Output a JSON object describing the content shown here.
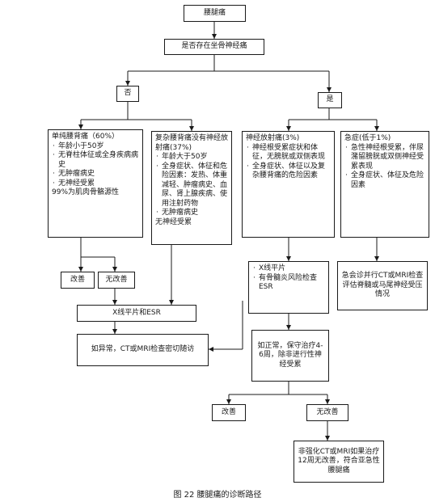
{
  "nodes": {
    "root": "腰腿痛",
    "q_sciatica": "是否存在坐骨神经痛",
    "no": "否",
    "yes": "是",
    "simple": {
      "title": "单纯腰背痛（60%）",
      "items": [
        "年龄小于50岁",
        "无脊柱体征或全身疾病病史",
        "无肿瘤病史",
        "无神经受累"
      ],
      "foot": "99%为肌肉骨骼源性"
    },
    "complex": {
      "title": "复杂腰背痛没有神经放射痛(37%)",
      "items": [
        "年龄大于50岁",
        "全身症状、体征和危险因素：发热、体重减轻、肿瘤病史、血尿、肾上腺疾病、使用注射药物",
        "无肿瘤病史"
      ],
      "foot": "无神经受累"
    },
    "radicular": {
      "title": "神经放射痛(3%)",
      "items": [
        "神经根受累症状和体征，无膀胱或双侧表现",
        "全身症状、体征以及复杂腰背痛的危险因素"
      ]
    },
    "emergency": {
      "title": "急症(低于1%)",
      "items": [
        "急性神经根受累，伴尿潴留膀胱或双侧神经受累表现",
        "全身症状、体征及危险因素"
      ]
    },
    "improve_left": "改善",
    "no_improve_left": "无改善",
    "xray_esr_left": "X线平片和ESR",
    "abnormal": "如异常，CT或MRI检查密切随访",
    "xray_mid": {
      "items": [
        "X线平片",
        "有骨髓炎风险检查ESR"
      ]
    },
    "emergency_ct": "急会诊并行CT或MRI检查评估脊髓或马尾神经受压情况",
    "conservative": "如正常，保守治疗4-6周，除非进行性神经受累",
    "improve_right": "改善",
    "no_improve_right": "无改善",
    "final": "非强化CT或MRI如果治疗12周无改善，符合亚急性腰腿痛"
  },
  "caption": "图 22    腰腿痛的诊断路径",
  "colors": {
    "line": "#1a1a1a",
    "background": "#ffffff"
  }
}
